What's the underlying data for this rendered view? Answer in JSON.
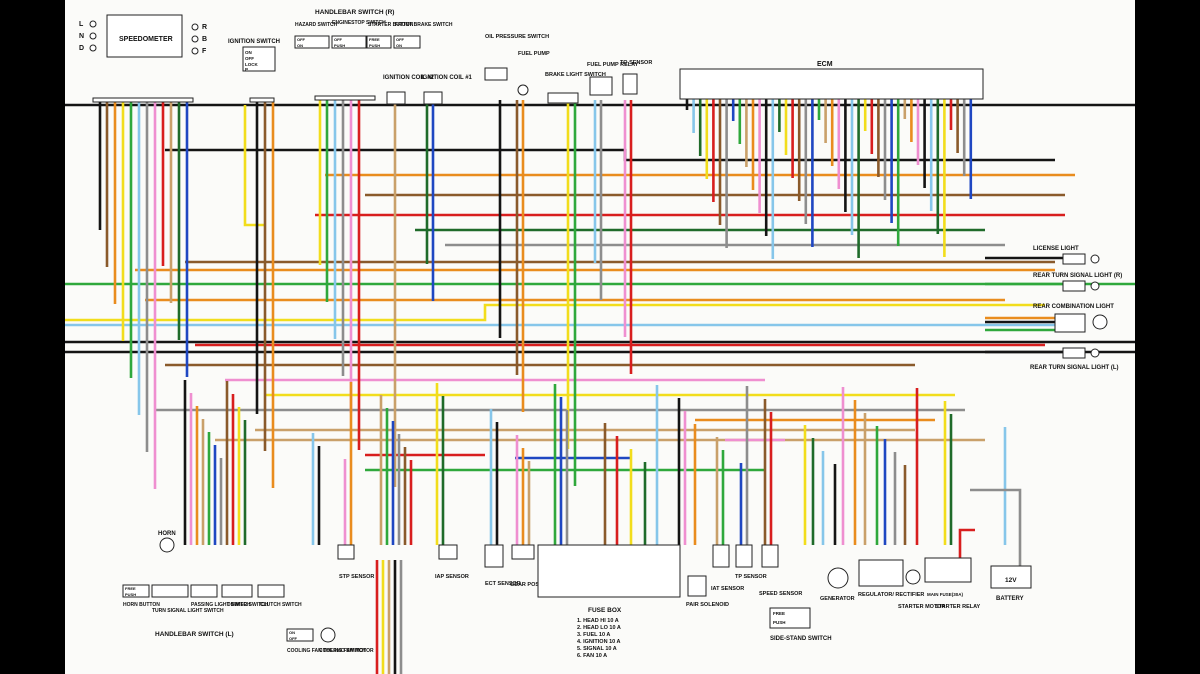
{
  "colors": {
    "black": "#141414",
    "red": "#d81e1e",
    "yellow": "#f2dd1c",
    "orange": "#e98c1e",
    "brown": "#8a5a2b",
    "green": "#2fa83c",
    "blue": "#1f47c2",
    "lightblue": "#86c6ea",
    "pink": "#ef8fd0",
    "gray": "#8d8d8d",
    "tan": "#c9a06a",
    "darkgreen": "#1f6b2a",
    "white": "#e9e9e9"
  },
  "components": {
    "speedometer": "SPEEDOMETER",
    "speedo_pins_left": [
      "L",
      "N",
      "D"
    ],
    "speedo_pins_right": [
      "R",
      "B",
      "F"
    ],
    "ignition_switch": "IGNITION SWITCH",
    "handlebar_switch_r": "HANDLEBAR SWITCH (R)",
    "hazard_switch": "HAZARD SWITCH",
    "engine_stop_switch": "ENGINESTOP SWITCH",
    "starter_button": "STARTER BUTTON",
    "front_brake_switch": "FRONT BRAKE SWITCH",
    "ignition_coil_2": "IGNITION COIL #2",
    "ignition_coil_1": "IGNITION COIL #1",
    "oil_pressure_switch": "OIL PRESSURE SWITCH",
    "fuel_pump": "FUEL PUMP",
    "brake_light_switch": "BRAKE LIGHT SWITCH",
    "fuel_pump_relay": "FUEL PUMP RELAY",
    "to_sensor": "TO SENSOR",
    "ecm": "ECM",
    "license_light": "LICENSE LIGHT",
    "rear_turn_signal_r": "REAR TURN SIGNAL LIGHT (R)",
    "rear_combination_light": "REAR COMBINATION LIGHT",
    "rear_turn_signal_l": "REAR TURN SIGNAL LIGHT (L)",
    "horn": "HORN",
    "horn_button": "HORN BUTTON",
    "turn_signal_switch": "TURN SIGNAL LIGHT SWITCH",
    "passing_light_switch": "PASSING LIGHT SWITCH",
    "dimmer_switch": "DIMMER SWITCH",
    "clutch_switch": "CLUTCH SWITCH",
    "handlebar_switch_l": "HANDLEBAR SWITCH (L)",
    "cooling_fan_thermo_switch": "COOLING FAN THERMO SWITCH",
    "cooling_fan_motor": "COOLING FAN MOTOR",
    "stp_sensor": "STP SENSOR",
    "iap_sensor": "IAP SENSOR",
    "ect_sensor": "ECT SENSOR",
    "gear_position_switch": "GEAR POSITION SWITCH",
    "fuse_box": "FUSE BOX",
    "pair_solenoid": "PAIR SOLENOID",
    "iat_sensor": "IAT SENSOR",
    "tp_sensor": "TP SENSOR",
    "speed_sensor": "SPEED SENSOR",
    "side_stand_switch": "SIDE-STAND SWITCH",
    "generator": "GENERATOR",
    "regulator_rectifier": "REGULATOR/ RECTIFIER",
    "starter_motor": "STARTER MOTOR",
    "starter_relay": "STARTER RELAY",
    "main_fuse": "MAIN FUSE(30A)",
    "battery": "BATTERY",
    "battery_voltage": "12V"
  },
  "switch_states": {
    "ignition": [
      "ON",
      "OFF",
      "LOCK",
      "P"
    ],
    "on_off": [
      "OFF",
      "ON"
    ],
    "push": [
      "FREE",
      "PUSH"
    ],
    "horn": [
      "FREE",
      "PUSH"
    ],
    "cooling": [
      "ON",
      "OFF"
    ],
    "side_stand": [
      "FREE",
      "PUSH"
    ]
  },
  "fuse_box_list": [
    "1. HEAD HI     10 A",
    "2. HEAD LO     10 A",
    "3. FUEL        10 A",
    "4. IGNITION    10 A",
    "5. SIGNAL      10 A",
    "6. FAN         10 A"
  ]
}
